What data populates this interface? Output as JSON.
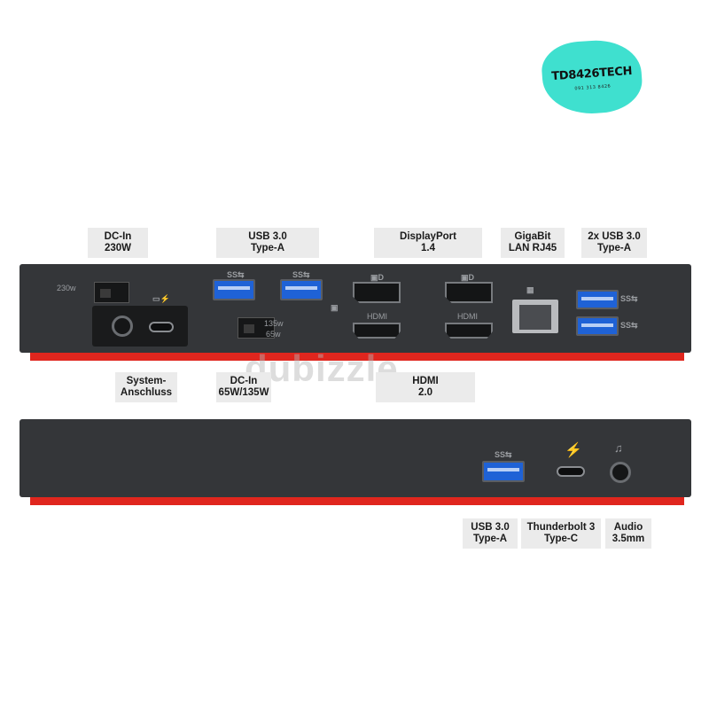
{
  "logo": {
    "text": "TD8426TECH",
    "sub": "091 313 8426"
  },
  "watermark": "dubizzle",
  "top_labels": [
    {
      "lines": [
        "DC-In",
        "230W"
      ]
    },
    {
      "lines": [
        "USB 3.0",
        "Type-A"
      ]
    },
    {
      "lines": [
        "DisplayPort",
        "1.4"
      ]
    },
    {
      "lines": [
        "GigaBit",
        "LAN RJ45"
      ]
    },
    {
      "lines": [
        "2x USB 3.0",
        "Type-A"
      ]
    }
  ],
  "mid_labels": [
    {
      "lines": [
        "System-",
        "Anschluss"
      ]
    },
    {
      "lines": [
        "DC-In",
        "65W/135W"
      ]
    },
    {
      "lines": [
        "HDMI",
        "2.0"
      ]
    }
  ],
  "bottom_labels": [
    {
      "lines": [
        "USB 3.0",
        "Type-A"
      ]
    },
    {
      "lines": [
        "Thunderbolt 3",
        "Type-C"
      ]
    },
    {
      "lines": [
        "Audio",
        "3.5mm"
      ]
    }
  ],
  "port_marks": {
    "w230": "230w",
    "w135": "135w",
    "w65": "65w",
    "hdmi": "HDMI",
    "ss": "SS⇆"
  },
  "colors": {
    "dock_body": "#343639",
    "accent_red": "#e0261e",
    "usb_blue": "#1f62d6",
    "logo_teal": "#3fe0cf"
  }
}
